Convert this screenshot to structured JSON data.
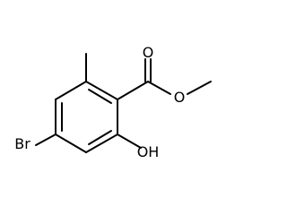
{
  "molecule": {
    "atoms": {
      "oxygen_carbonyl": "O",
      "oxygen_ester": "O",
      "bromine": "Br",
      "hydroxyl": "OH"
    },
    "colors": {
      "bond": "#000000",
      "label": "#000000",
      "background": "#ffffff"
    }
  }
}
